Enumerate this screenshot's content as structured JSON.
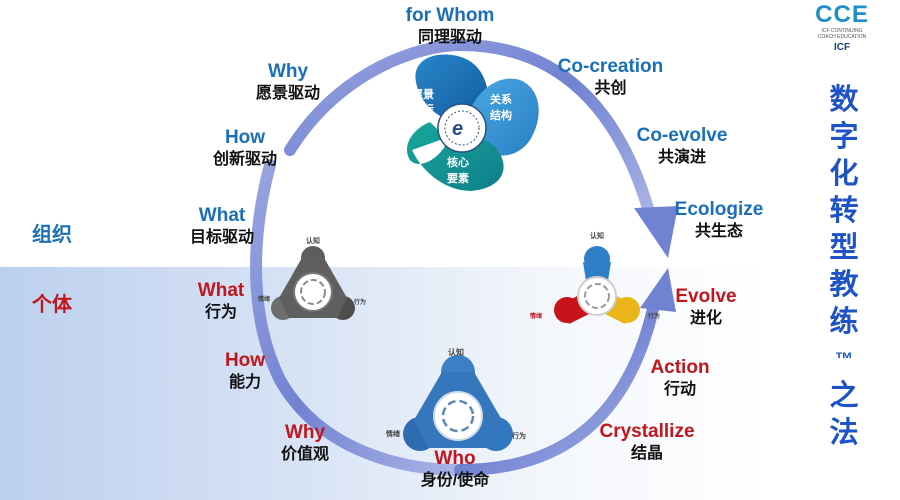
{
  "logo": {
    "name": "CCE",
    "subtitle_line1": "ICF CONTINUING",
    "subtitle_line2": "COACH EDUCATION",
    "badge": "ICF"
  },
  "title_vertical": [
    "数",
    "字",
    "化",
    "转",
    "型",
    "教",
    "练",
    "™",
    "之",
    "法"
  ],
  "side_labels": {
    "organization": "组织",
    "individual": "个体"
  },
  "cycle_nodes": [
    {
      "id": "for-whom",
      "en": "for Whom",
      "zh": "同理驱动",
      "color": "blue"
    },
    {
      "id": "co-creation",
      "en": "Co-creation",
      "zh": "共创",
      "color": "blue"
    },
    {
      "id": "co-evolve",
      "en": "Co-evolve",
      "zh": "共演进",
      "color": "blue"
    },
    {
      "id": "ecologize",
      "en": "Ecologize",
      "zh": "共生态",
      "color": "blue"
    },
    {
      "id": "evolve",
      "en": "Evolve",
      "zh": "进化",
      "color": "red"
    },
    {
      "id": "action",
      "en": "Action",
      "zh": "行动",
      "color": "red"
    },
    {
      "id": "crystallize",
      "en": "Crystallize",
      "zh": "结晶",
      "color": "red"
    },
    {
      "id": "who",
      "en": "Who",
      "zh": "身份/使命",
      "color": "red"
    },
    {
      "id": "why-individual",
      "en": "Why",
      "zh": "价值观",
      "color": "red"
    },
    {
      "id": "how-individual",
      "en": "How",
      "zh": "能力",
      "color": "red"
    },
    {
      "id": "what-individual",
      "en": "What",
      "zh": "行为",
      "color": "red"
    },
    {
      "id": "what-org",
      "en": "What",
      "zh": "目标驱动",
      "color": "blue"
    },
    {
      "id": "how-org",
      "en": "How",
      "zh": "创新驱动",
      "color": "blue"
    },
    {
      "id": "why-org",
      "en": "Why",
      "zh": "愿景驱动",
      "color": "blue"
    }
  ],
  "center_flower": {
    "petal_left": [
      "愿景",
      "目标"
    ],
    "petal_right": [
      "关系",
      "结构"
    ],
    "petal_bottom": [
      "核心",
      "要素"
    ]
  },
  "spinner_labels": {
    "top": "认知",
    "left": "情绪",
    "right": "行为"
  },
  "colors": {
    "blue": "#1b6fb8",
    "red": "#c0161d",
    "title": "#1d53c7",
    "ring": "#7f8fd6"
  }
}
